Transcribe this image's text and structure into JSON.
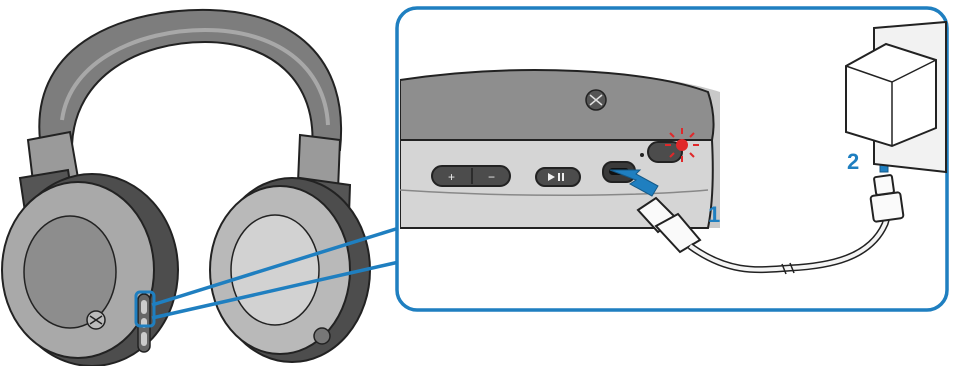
{
  "diagram": {
    "steps": [
      {
        "label": "1",
        "meaning": "connect-usb-to-headphone"
      },
      {
        "label": "2",
        "meaning": "plug-adapter-into-outlet"
      }
    ],
    "colors": {
      "callout": "#1f7fc0",
      "headband": "#7d7d7d",
      "cushion": "#b9b9b9",
      "earcup_outer": "#4d4d4d",
      "panel": "#d8d8d8",
      "indicator": "#e0282a"
    },
    "icons": [
      "headphones",
      "usb-c-port",
      "charging-indicator",
      "usb-cable",
      "ac-adapter",
      "wall-outlet",
      "insert-arrow"
    ]
  }
}
